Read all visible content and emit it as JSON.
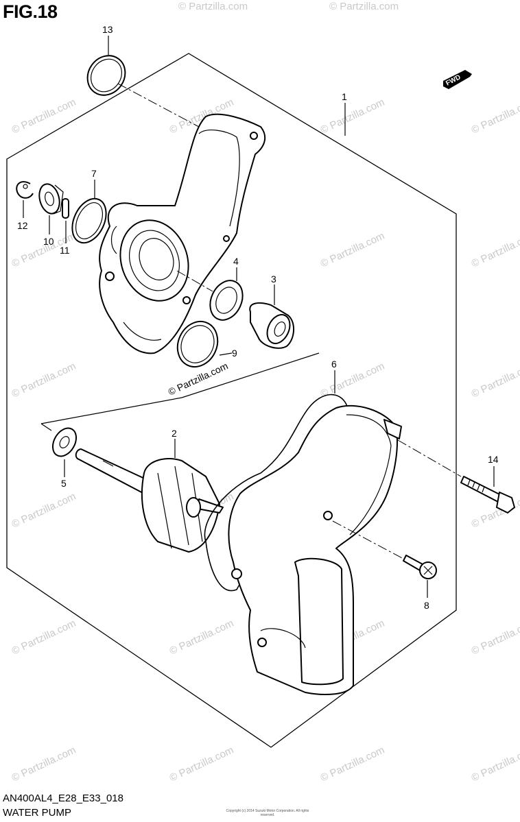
{
  "figure": {
    "title": "FIG.18"
  },
  "fwd_badge": "FWD",
  "watermark": "© Partzilla.com",
  "callouts": [
    {
      "id": "c1",
      "label": "1"
    },
    {
      "id": "c2",
      "label": "2"
    },
    {
      "id": "c3",
      "label": "3"
    },
    {
      "id": "c4",
      "label": "4"
    },
    {
      "id": "c5",
      "label": "5"
    },
    {
      "id": "c6",
      "label": "6"
    },
    {
      "id": "c7",
      "label": "7"
    },
    {
      "id": "c8",
      "label": "8"
    },
    {
      "id": "c9",
      "label": "9"
    },
    {
      "id": "c10",
      "label": "10"
    },
    {
      "id": "c11",
      "label": "11"
    },
    {
      "id": "c12",
      "label": "12"
    },
    {
      "id": "c13",
      "label": "13"
    },
    {
      "id": "c14",
      "label": "14"
    }
  ],
  "footer": {
    "code": "AN400AL4_E28_E33_018",
    "name": "WATER PUMP",
    "copyright": "Copyright (c) 2014 Suzuki Motor Corporation. All rights reserved."
  }
}
